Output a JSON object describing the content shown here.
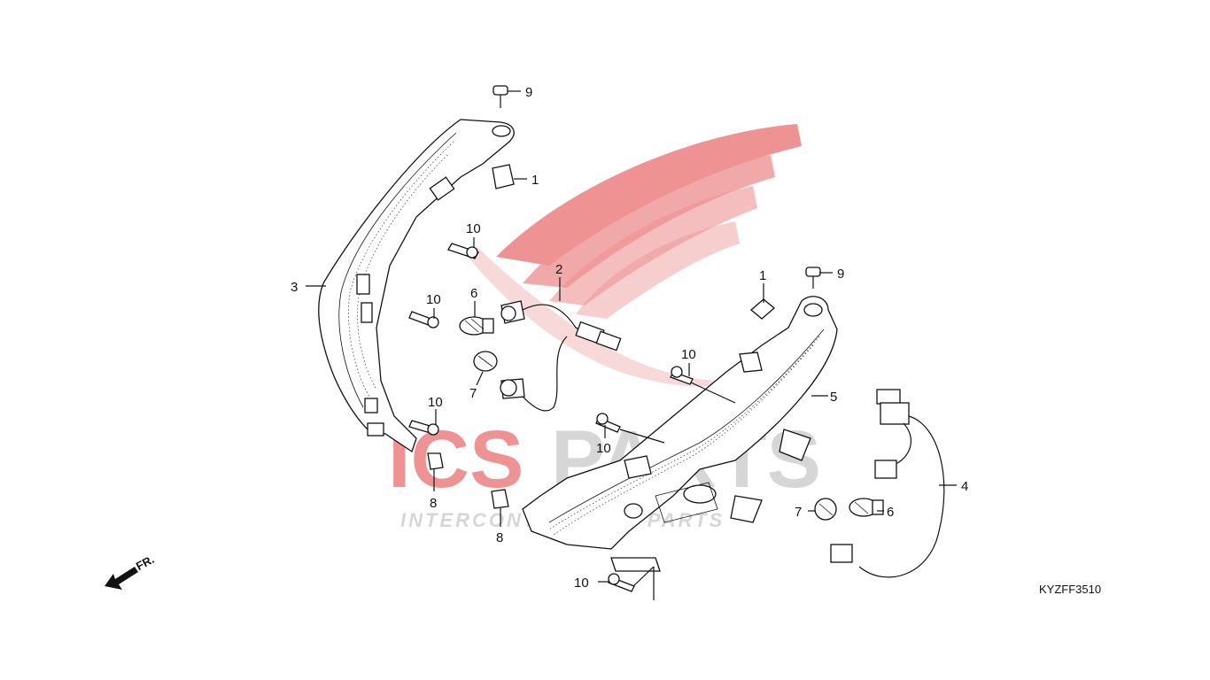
{
  "diagram_code": "KYZFF3510",
  "direction_label": "FR.",
  "watermark": {
    "brand": "ICSPARTS",
    "brand_prefix": "ICS",
    "brand_suffix": "PARTS",
    "tagline": "INTERCONTINENTAL PARTS",
    "color_red": "#e0393b",
    "color_gray": "#b5b5b5"
  },
  "callouts": [
    {
      "id": "c9a",
      "label": "9"
    },
    {
      "id": "c1a",
      "label": "1"
    },
    {
      "id": "c10a",
      "label": "10"
    },
    {
      "id": "c3",
      "label": "3"
    },
    {
      "id": "c10b",
      "label": "10"
    },
    {
      "id": "c6a",
      "label": "6"
    },
    {
      "id": "c2",
      "label": "2"
    },
    {
      "id": "c7a",
      "label": "7"
    },
    {
      "id": "c10c",
      "label": "10"
    },
    {
      "id": "c8a",
      "label": "8"
    },
    {
      "id": "c8b",
      "label": "8"
    },
    {
      "id": "c1b",
      "label": "1"
    },
    {
      "id": "c9b",
      "label": "9"
    },
    {
      "id": "c10d",
      "label": "10"
    },
    {
      "id": "c5",
      "label": "5"
    },
    {
      "id": "c10e",
      "label": "10"
    },
    {
      "id": "c4",
      "label": "4"
    },
    {
      "id": "c7b",
      "label": "7"
    },
    {
      "id": "c6b",
      "label": "6"
    },
    {
      "id": "c10f",
      "label": "10"
    }
  ]
}
